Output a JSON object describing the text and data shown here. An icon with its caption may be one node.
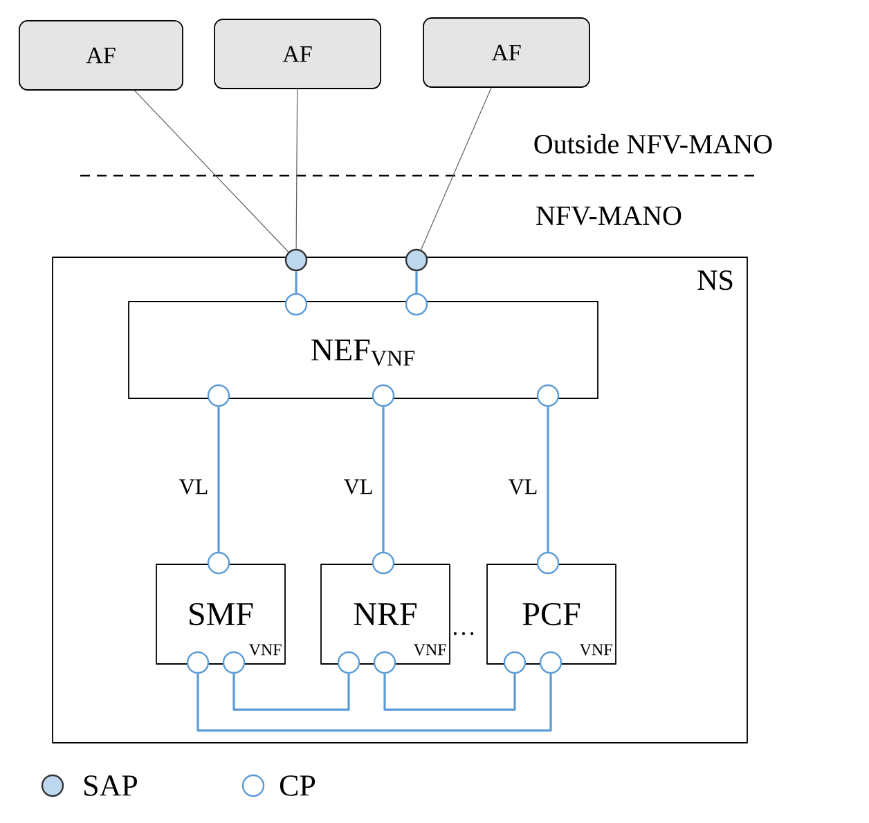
{
  "diagram": {
    "nodes": [
      {
        "text": [
          "AF"
        ]
      },
      {
        "text": [
          "AF"
        ]
      },
      {
        "text": [
          "AF"
        ]
      },
      {
        "text": [
          "NS"
        ]
      },
      {
        "text": [],
        "shape": "circle"
      },
      {
        "text": [],
        "shape": "circle"
      },
      {
        "text": [
          "NEF$_{VNF}$"
        ],
        "in": 3
      },
      {
        "text": [],
        "shape": "circle",
        "in": 3
      },
      {
        "text": [],
        "shape": "circle",
        "in": 3
      },
      {
        "text": [],
        "shape": "circle",
        "in": 3
      },
      {
        "text": [],
        "shape": "circle",
        "in": 3
      },
      {
        "text": [],
        "shape": "circle",
        "in": 3
      },
      {
        "text": [],
        "shape": "circle",
        "in": 3
      },
      {
        "text": [],
        "shape": "circle",
        "in": 3
      },
      {
        "text": [],
        "shape": "circle",
        "in": 3
      },
      {
        "text": [
          "SMF",
          "VNF"
        ],
        "in": 3
      },
      {
        "text": [
          "NRF",
          "VNF"
        ],
        "in": 3
      },
      {
        "text": [
          "PCF",
          "VNF"
        ],
        "in": 3
      },
      {
        "text": [],
        "shape": "circle",
        "in": 3
      },
      {
        "text": [],
        "shape": "circle",
        "in": 3
      },
      {
        "text": [],
        "shape": "circle",
        "in": 3
      },
      {
        "text": [],
        "shape": "circle",
        "in": 3
      },
      {
        "text": [],
        "shape": "circle",
        "in": 3
      },
      {
        "text": [],
        "shape": "circle",
        "in": 3
      }
    ],
    "edges": [
      {
        "from": 0,
        "to": 4,
        "arrow": "none",
        "color": "#606060"
      },
      {
        "from": 1,
        "to": 4,
        "arrow": "none",
        "color": "#606060"
      },
      {
        "from": 2,
        "to": 5,
        "arrow": "none",
        "color": "#606060"
      },
      {
        "from": 4,
        "to": 7,
        "arrow": "none"
      },
      {
        "from": 5,
        "to": 8,
        "arrow": "none"
      },
      {
        "from": 9,
        "to": 12,
        "arrow": "none",
        "label": "VL"
      },
      {
        "from": 10,
        "to": 13,
        "arrow": "none",
        "label": "VL"
      },
      {
        "from": 11,
        "to": 14,
        "arrow": "none",
        "label": "VL"
      },
      {
        "from": 19,
        "to": 20,
        "arrow": "none"
      },
      {
        "from": 21,
        "to": 22,
        "arrow": "none"
      },
      {
        "from": 18,
        "to": 23,
        "arrow": "none"
      }
    ],
    "labels": [
      "Outside NFV-MANO",
      "NFV-MANO",
      "…"
    ],
    "legend": [
      {
        "text": "SAP"
      },
      {
        "text": "CP"
      }
    ]
  }
}
